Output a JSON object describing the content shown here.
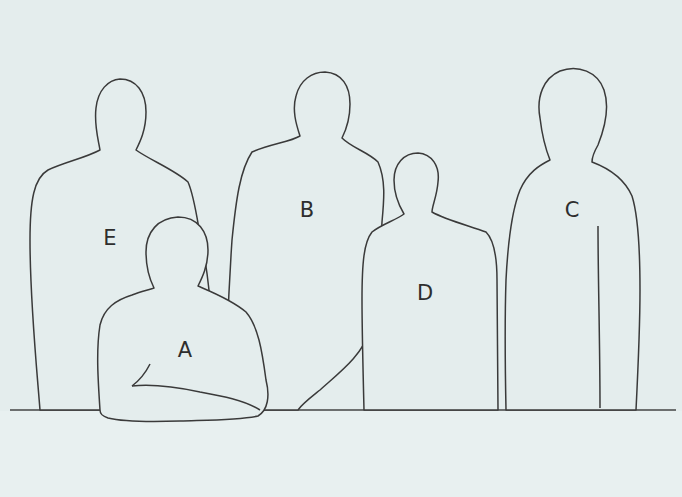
{
  "diagram": {
    "nodes": [
      {
        "text": [
          "E"
        ]
      },
      {
        "text": [
          "B"
        ]
      },
      {
        "text": [
          "C"
        ]
      },
      {
        "text": [
          "D"
        ]
      },
      {
        "text": [
          "A"
        ]
      }
    ]
  }
}
